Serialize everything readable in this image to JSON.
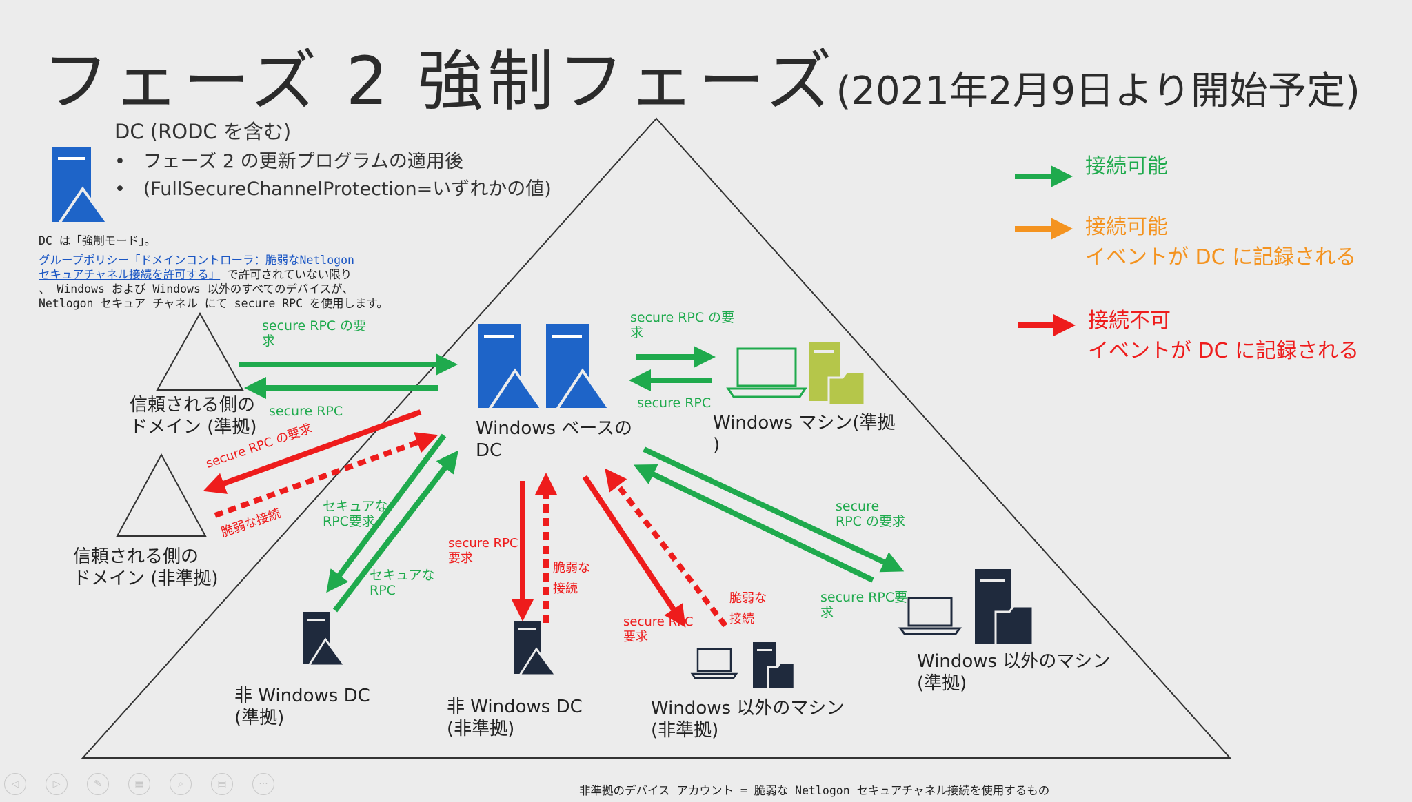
{
  "title": {
    "main": "フェーズ 2 強制フェーズ",
    "sub": "(2021年2月9日より開始予定)"
  },
  "dc_info": {
    "heading": "DC (RODC を含む)",
    "bullets": [
      "フェーズ 2 の更新プログラムの適用後",
      "(FullSecureChannelProtection=いずれかの値)"
    ],
    "mode": "DC は「強制モード」。",
    "policy_link_1": "グループポリシー「ドメインコントローラ：脆弱なNetlogon",
    "policy_link_2": "セキュアチャネル接続を許可する」",
    "policy_tail": " で許可されていない限り",
    "line3": "、 Windows および Windows 以外のすべてのデバイスが、",
    "line4": "Netlogon セキュア チャネル にて secure RPC を使用します。"
  },
  "legend": {
    "ok": "接続可能",
    "ok_logged_1": "接続可能",
    "ok_logged_2": "イベントが DC に記録される",
    "ng_1": "接続不可",
    "ng_2": "イベントが DC に記録される",
    "colors": {
      "green": "#1faa4d",
      "orange": "#f4931f",
      "red": "#ee1c1c",
      "blue": "#1e64c8",
      "olive": "#b5c64a",
      "dark": "#1f2a3d"
    }
  },
  "nodes": {
    "center_dc": [
      "Windows ベースの",
      "DC"
    ],
    "trusted_ok": [
      "信頼される側の",
      "ドメイン (準拠)"
    ],
    "trusted_ng": [
      "信頼される側の",
      "ドメイン (非準拠)"
    ],
    "win_machine": [
      "Windows マシン(準拠",
      ")"
    ],
    "nonwin_dc_ok": [
      "非 Windows DC",
      "(準拠)"
    ],
    "nonwin_dc_ng": [
      "非 Windows DC",
      "(非準拠)"
    ],
    "nonwin_machine_ng": [
      "Windows 以外のマシン",
      "(非準拠)"
    ],
    "nonwin_machine_ok": [
      "Windows 以外のマシン",
      "(準拠)"
    ]
  },
  "labels": {
    "trusted_req": [
      "secure RPC の要",
      "求"
    ],
    "trusted_resp": "secure RPC",
    "win_req": [
      "secure RPC の要",
      "求"
    ],
    "win_resp": "secure RPC",
    "trusted_ng_req": "secure RPC の要求",
    "trusted_ng_weak": "脆弱な接続",
    "nonwin_dc_req": [
      "セキュアな",
      "RPC要求"
    ],
    "nonwin_dc_resp": [
      "セキュアな",
      "RPC"
    ],
    "nonwin_dc_ng_req": [
      "secure RPC",
      "要求"
    ],
    "nonwin_dc_ng_weak": [
      "脆弱な",
      "接続"
    ],
    "nonwin_m_ng_req": [
      "secure RPC",
      "要求"
    ],
    "nonwin_m_ng_weak": [
      "脆弱な",
      "接続"
    ],
    "nonwin_m_ok_req": [
      "secure",
      "RPC の要求"
    ],
    "nonwin_m_ok_resp": [
      "secure RPC要",
      "求"
    ]
  },
  "footer": "非準拠のデバイス アカウント = 脆弱な Netlogon セキュアチャネル接続を使用するもの",
  "nav_icons": [
    "back-icon",
    "forward-icon",
    "pen-icon",
    "slides-icon",
    "zoom-icon",
    "subtitle-icon",
    "more-icon"
  ]
}
